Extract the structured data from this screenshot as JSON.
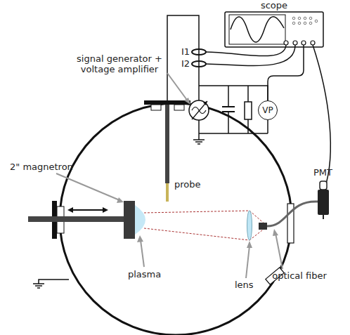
{
  "diagram": {
    "nodes": [
      {
        "text": [
          "scope"
        ]
      },
      {
        "text": [
          "VP"
        ]
      }
    ],
    "edges": [
      {
        "from": 1,
        "to": 0,
        "arrow": "none"
      }
    ],
    "labels": [
      "signal generator + voltage amplifier",
      "I1",
      "I2",
      "2\" magnetron",
      "probe",
      "plasma",
      "lens",
      "optical fiber",
      "PMT"
    ]
  }
}
